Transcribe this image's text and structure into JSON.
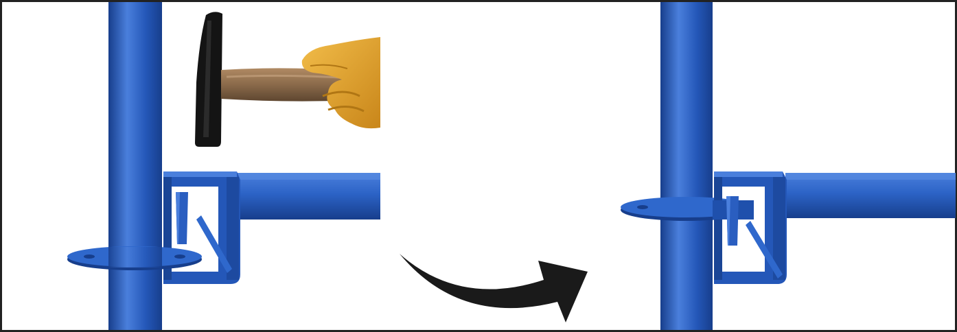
{
  "figure": {
    "panels": [
      {
        "state": "before",
        "elements": [
          "vertical-standard",
          "rosette-disc",
          "horizontal-ledger",
          "ledger-coupler-head",
          "wedge-pin",
          "hammer",
          "gloved-hand"
        ]
      },
      {
        "state": "after",
        "elements": [
          "vertical-standard",
          "rosette-disc",
          "horizontal-ledger",
          "ledger-coupler-head",
          "wedge-pin"
        ]
      }
    ],
    "transition": "curved-arrow-right",
    "colors": {
      "scaffold_blue": "#2457b8",
      "scaffold_highlight": "#4a7fdc",
      "scaffold_shadow": "#173e8c",
      "hammer_head": "#141414",
      "hammer_handle": "#8a6a4a",
      "glove": "#e8a52a",
      "arrow": "#1a1a1a",
      "frame": "#222222"
    }
  }
}
